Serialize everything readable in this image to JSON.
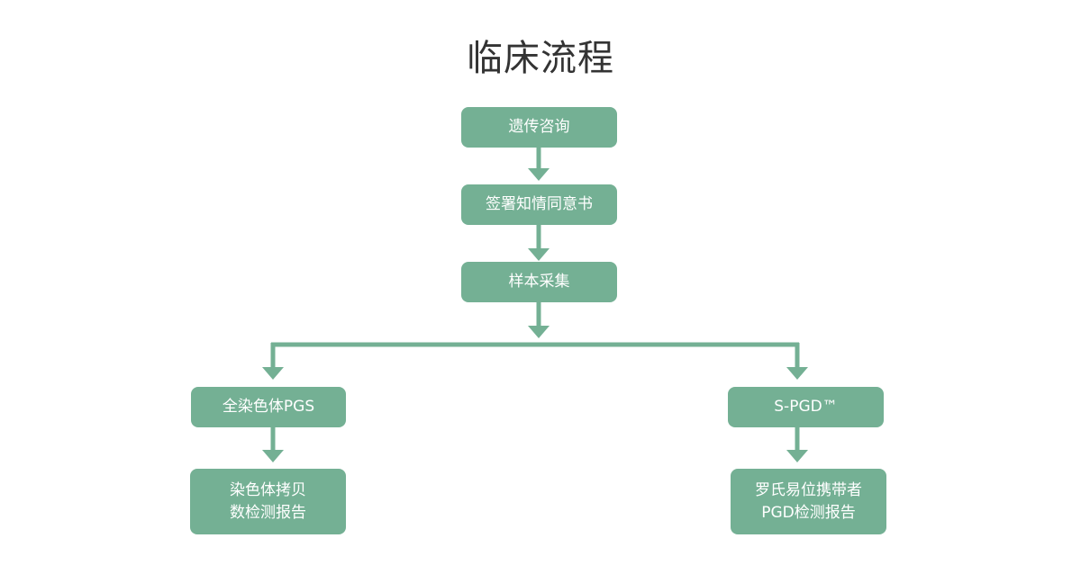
{
  "title": "临床流程",
  "colors": {
    "node_fill": "#74b094",
    "connector": "#74b094",
    "node_text": "#ffffff",
    "title_text": "#333333"
  },
  "nodes": {
    "consult": "遗传咨询",
    "consent": "签署知情同意书",
    "sampling": "样本采集",
    "pgs": "全染色体PGS",
    "spgd": "S-PGD™",
    "pgs_report": [
      "染色体拷贝",
      "数检测报告"
    ],
    "spgd_report": [
      "罗氏易位携带者",
      "PGD检测报告"
    ]
  }
}
